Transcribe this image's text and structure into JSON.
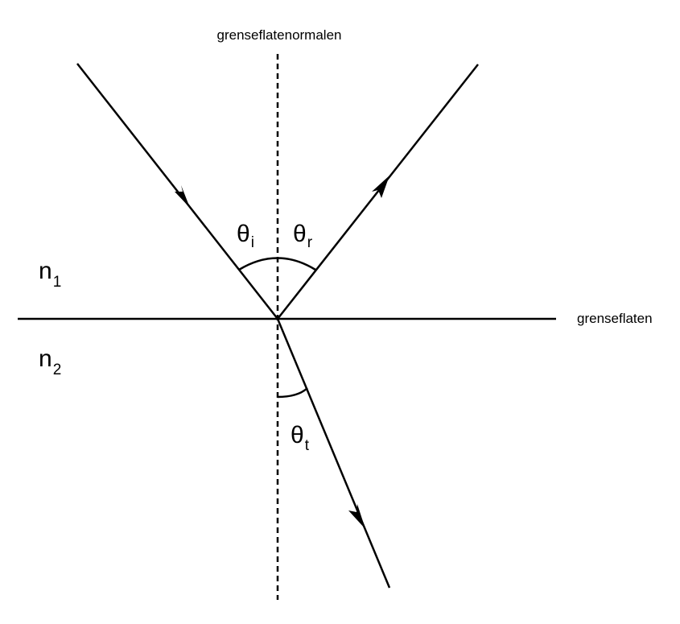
{
  "diagram": {
    "labels": {
      "normal": "grenseflatenormalen",
      "interface": "grenseflaten"
    },
    "media": {
      "upper": {
        "base": "n",
        "sub": "1"
      },
      "lower": {
        "base": "n",
        "sub": "2"
      }
    },
    "angles": {
      "incident": {
        "base": "θ",
        "sub": "i"
      },
      "reflected": {
        "base": "θ",
        "sub": "r"
      },
      "transmitted": {
        "base": "θ",
        "sub": "t"
      }
    },
    "colors": {
      "stroke": "#000000",
      "background": "#ffffff"
    }
  }
}
